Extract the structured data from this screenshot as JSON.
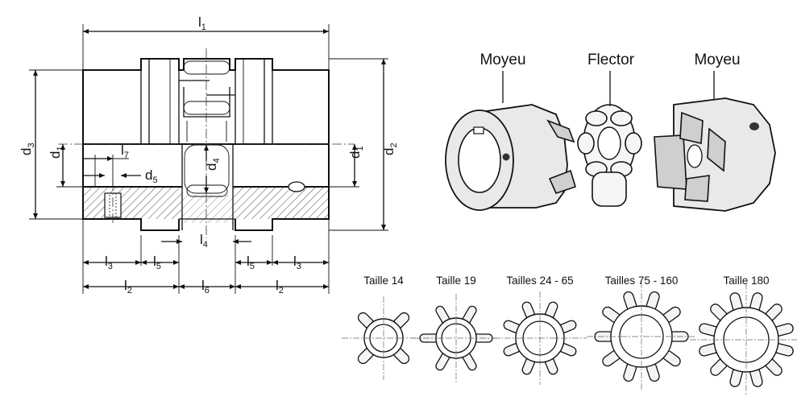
{
  "drawing": {
    "dimensions": {
      "l1": {
        "main": "l",
        "sub": "1"
      },
      "l2_left": {
        "main": "l",
        "sub": "2"
      },
      "l2_right": {
        "main": "l",
        "sub": "2"
      },
      "l3_left": {
        "main": "l",
        "sub": "3"
      },
      "l3_right": {
        "main": "l",
        "sub": "3"
      },
      "l4": {
        "main": "l",
        "sub": "4"
      },
      "l5_left": {
        "main": "l",
        "sub": "5"
      },
      "l5_right": {
        "main": "l",
        "sub": "5"
      },
      "l6": {
        "main": "l",
        "sub": "6"
      },
      "l7": {
        "main": "l",
        "sub": "7"
      },
      "d1_left": {
        "main": "d",
        "sub": "1"
      },
      "d1_right": {
        "main": "d",
        "sub": "1"
      },
      "d2": {
        "main": "d",
        "sub": "2"
      },
      "d3": {
        "main": "d",
        "sub": "3"
      },
      "d4": {
        "main": "d",
        "sub": "4"
      },
      "d5": {
        "main": "d",
        "sub": "5"
      }
    }
  },
  "exploded_view": {
    "labels": {
      "hub_left": "Moyeu",
      "spider": "Flector",
      "hub_right": "Moyeu"
    }
  },
  "sizes": [
    {
      "label": "Taille 14"
    },
    {
      "label": "Taille 19"
    },
    {
      "label": "Tailles 24 - 65"
    },
    {
      "label": "Tailles 75 - 160"
    },
    {
      "label": "Taille 180"
    }
  ]
}
